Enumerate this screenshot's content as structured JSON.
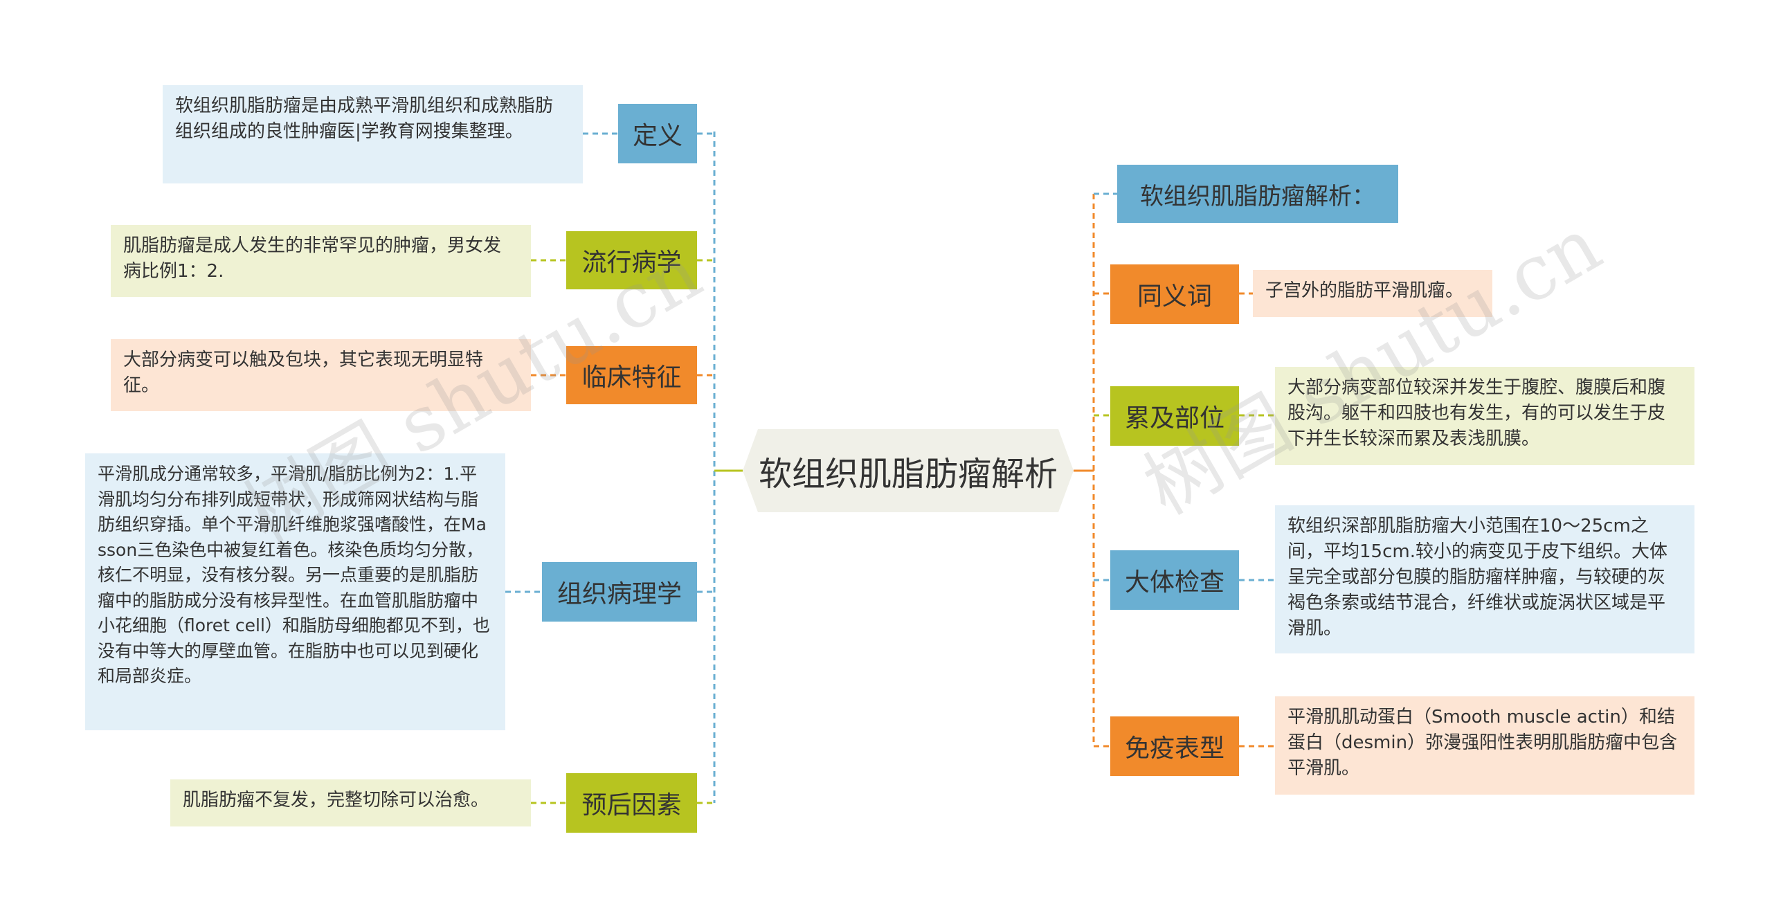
{
  "center": "软组织肌脂肪瘤解析",
  "heading": "软组织肌脂肪瘤解析：",
  "left": [
    {
      "label": "定义",
      "color": "blue",
      "text": "软组织肌脂肪瘤是由成熟平滑肌组织和成熟脂肪组织组成的良性肿瘤医|学教育网搜集整理。"
    },
    {
      "label": "流行病学",
      "color": "green",
      "text": "肌脂肪瘤是成人发生的非常罕见的肿瘤，男女发病比例1：2."
    },
    {
      "label": "临床特征",
      "color": "orange",
      "text": "大部分病变可以触及包块，其它表现无明显特征。"
    },
    {
      "label": "组织病理学",
      "color": "blue",
      "text": "平滑肌成分通常较多，平滑肌/脂肪比例为2：1.平滑肌均匀分布排列成短带状，形成筛网状结构与脂肪组织穿插。单个平滑肌纤维胞浆强嗜酸性，在Masson三色染色中被复红着色。核染色质均匀分散，核仁不明显，没有核分裂。另一点重要的是肌脂肪瘤中的脂肪成分没有核异型性。在血管肌脂肪瘤中小花细胞（floret cell）和脂肪母细胞都见不到，也没有中等大的厚壁血管。在脂肪中也可以见到硬化和局部炎症。"
    },
    {
      "label": "预后因素",
      "color": "green",
      "text": "肌脂肪瘤不复发，完整切除可以治愈。"
    }
  ],
  "right": [
    {
      "label": "同义词",
      "color": "orange",
      "text": "子宫外的脂肪平滑肌瘤。"
    },
    {
      "label": "累及部位",
      "color": "green",
      "text": "大部分病变部位较深并发生于腹腔、腹膜后和腹股沟。躯干和四肢也有发生，有的可以发生于皮下并生长较深而累及表浅肌膜。"
    },
    {
      "label": "大体检查",
      "color": "blue",
      "text": "软组织深部肌脂肪瘤大小范围在10～25cm之间，平均15cm.较小的病变见于皮下组织。大体呈完全或部分包膜的脂肪瘤样肿瘤，与较硬的灰褐色条索或结节混合，纤维状或旋涡状区域是平滑肌。"
    },
    {
      "label": "免疫表型",
      "color": "orange",
      "text": "平滑肌肌动蛋白（Smooth muscle actin）和结蛋白（desmin）弥漫强阳性表明肌脂肪瘤中包含平滑肌。"
    }
  ],
  "colors": {
    "blue": "#6aafd2",
    "green": "#b7c420",
    "orange": "#f18a2b"
  },
  "watermarks": [
    "树图 shutu.cn",
    "树图 shutu.cn"
  ]
}
